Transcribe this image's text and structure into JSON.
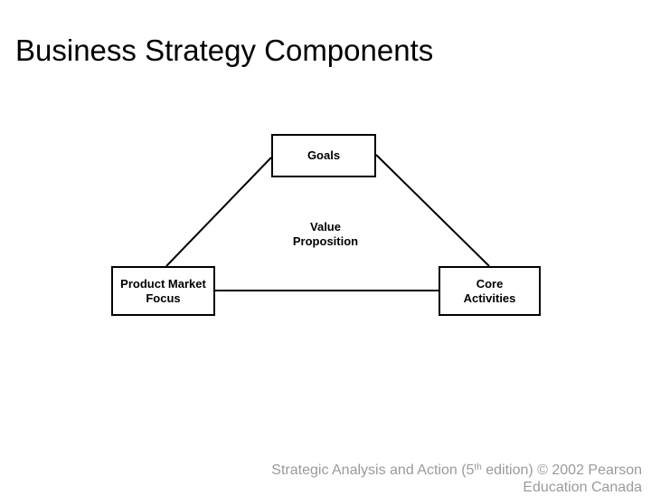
{
  "slide": {
    "title": "Business Strategy Components",
    "diagram": {
      "boxes": [
        {
          "id": "goals",
          "label": "Goals"
        },
        {
          "id": "product-market-focus",
          "label": "Product Market Focus"
        },
        {
          "id": "core-activities",
          "label": "Core Activities"
        }
      ],
      "center_label": "Value Proposition",
      "connector_color": "#000000",
      "box_border_color": "#000000",
      "box_fill_color": "#ffffff"
    },
    "footer": {
      "line1_prefix": "Strategic Analysis and Action (5",
      "line1_superscript": "th",
      "line1_suffix": " edition) © 2002 Pearson",
      "line2": "Education Canada",
      "text_color": "#9a9a9a"
    },
    "background_color": "#ffffff",
    "title_color": "#000000"
  }
}
